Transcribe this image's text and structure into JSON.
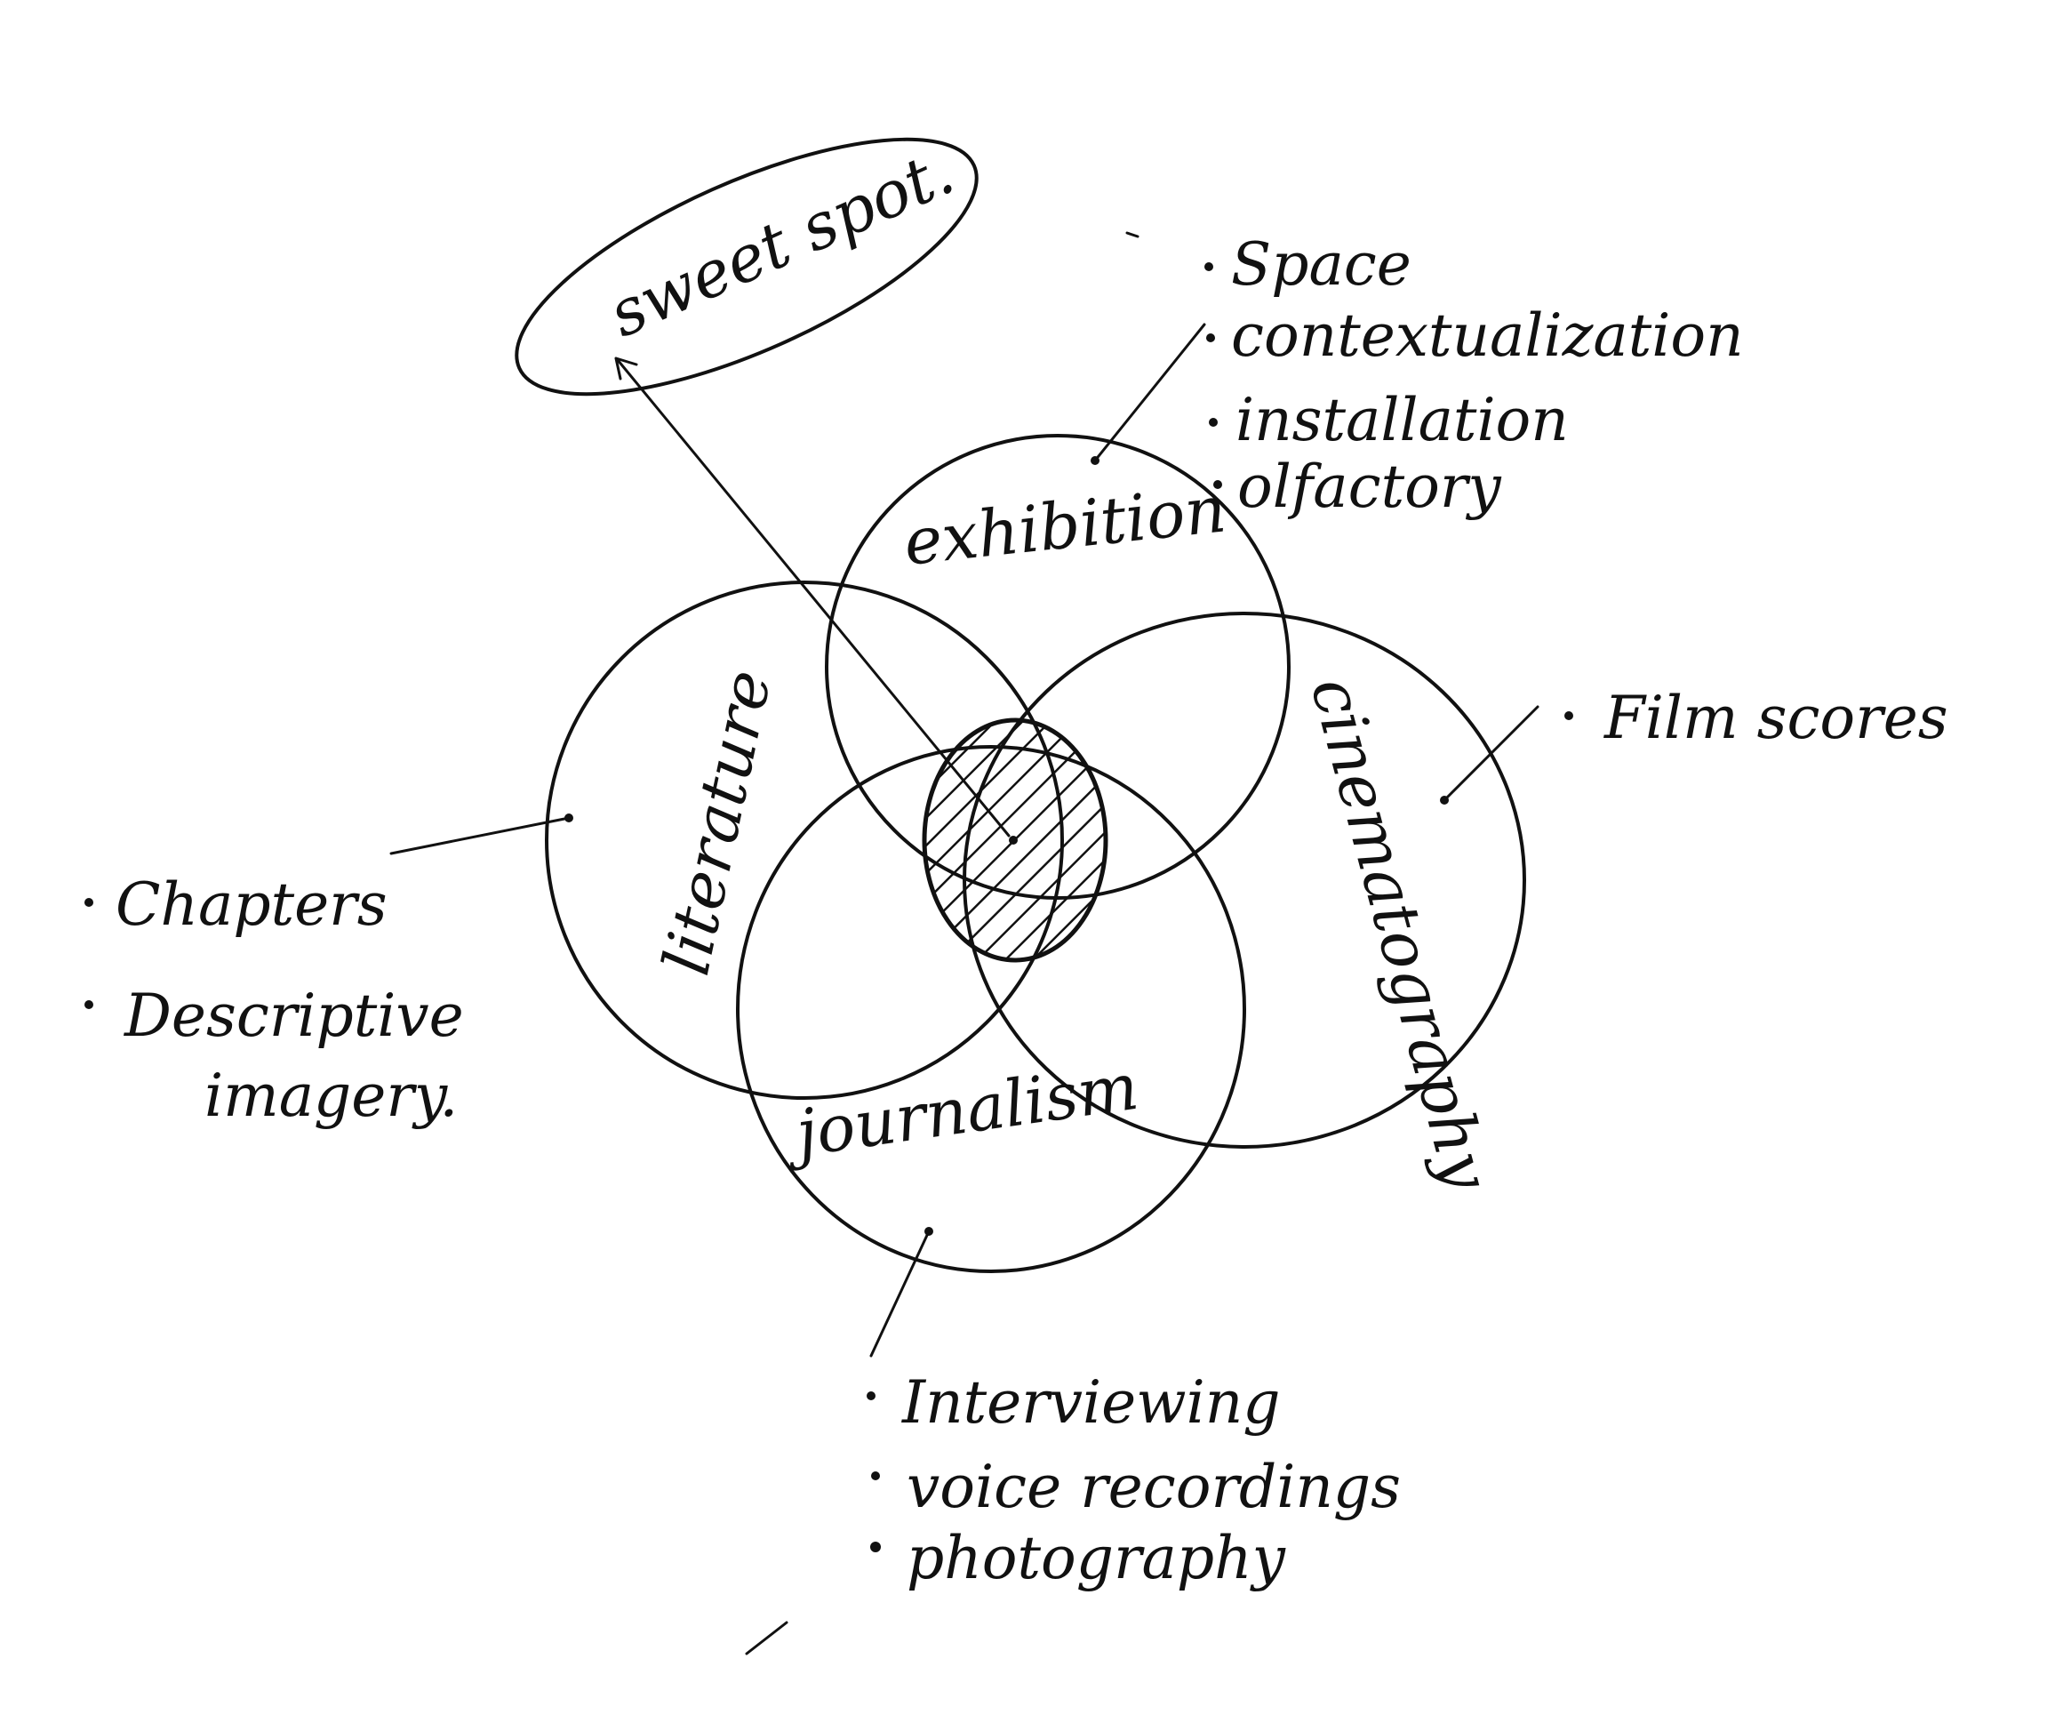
{
  "diagram": {
    "sweet_spot": "sweet spot.",
    "circles": {
      "exhibition": "exhibition",
      "literature": "literature",
      "cinematography": "cinematography",
      "journalism": "journalism"
    },
    "notes": {
      "exhibition": [
        "Space",
        "contextualization",
        "installation",
        "olfactory"
      ],
      "cinematography": [
        "Film scores"
      ],
      "literature": [
        "Chapters",
        "Descriptive",
        "imagery."
      ],
      "journalism": [
        "Interviewing",
        "voice recordings",
        "photography"
      ]
    },
    "colors": {
      "ink": "#111111",
      "paper": "#ffffff"
    }
  }
}
